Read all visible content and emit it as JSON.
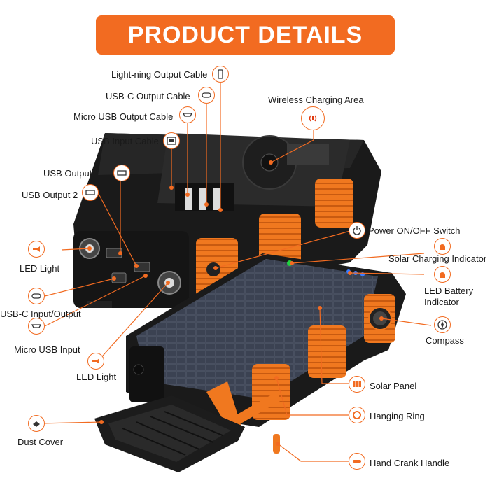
{
  "title": "PRODUCT DETAILS",
  "colors": {
    "accent": "#f26b21",
    "device": "#1c1c1c",
    "panel": "#2a2f38"
  },
  "labels": {
    "lightning": "Light-ning Output Cable",
    "usbc_cable": "USB-C Output Cable",
    "micro_cable": "Micro USB Output Cable",
    "usb_input_cable": "USB Input Cable",
    "wireless": "Wireless Charging Area",
    "usb1": "USB Output 1",
    "usb2": "USB Output 2",
    "power": "Power ON/OFF Switch",
    "solar_ind": "Solar Charging Indicator",
    "led_light": "LED Light",
    "led_batt_1": "LED Battery",
    "led_batt_2": "Indicator",
    "usbc_io": "USB-C Input/Output",
    "micro_in": "Micro USB Input",
    "compass": "Compass",
    "led_light2": "LED Light",
    "solar_panel": "Solar Panel",
    "dust": "Dust Cover",
    "ring": "Hanging Ring",
    "crank": "Hand Crank Handle"
  },
  "icons": [
    "lightning-icon",
    "usbc-icon",
    "micro-usb-icon",
    "usb-input-icon",
    "wireless-icon",
    "usb-output-icon",
    "power-icon",
    "indicator-icon",
    "flashlight-icon",
    "compass-icon",
    "solar-panel-icon",
    "ring-icon",
    "crank-icon",
    "dust-cover-icon"
  ]
}
